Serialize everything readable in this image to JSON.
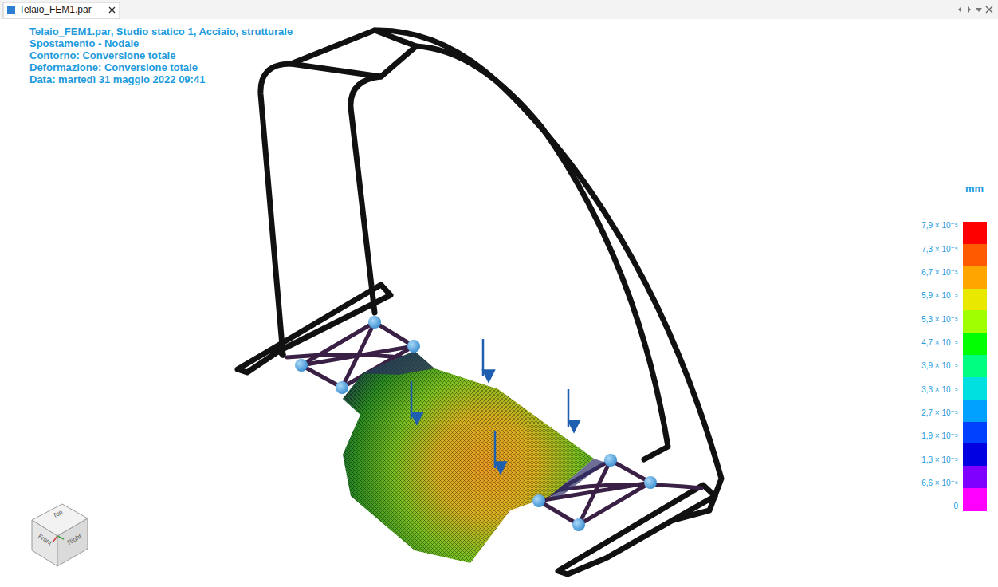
{
  "diagram": {
    "labels": [
      "Telaio_FEM1.par",
      "Telaio_FEM1.par, Studio statico 1, Acciaio, strutturale",
      "Spostamento - Nodale",
      "Contorno: Conversione totale",
      "Deformazione: Conversione totale",
      "Data: martedì 31 maggio 2022  09:41",
      "mm",
      "Top",
      "Front",
      "Right"
    ],
    "legend": [
      {
        "text": "7,9 × 10⁻⁵",
        "color": "#ff0000"
      },
      {
        "text": "7,3 × 10⁻⁵",
        "color": "#ff5a00"
      },
      {
        "text": "6,7 × 10⁻⁵",
        "color": "#ffa500"
      },
      {
        "text": "5,9 × 10⁻⁵",
        "color": "#e8e800"
      },
      {
        "text": "5,3 × 10⁻⁵",
        "color": "#a0ff00"
      },
      {
        "text": "4,7 × 10⁻⁵",
        "color": "#00ff00"
      },
      {
        "text": "3,9 × 10⁻⁵",
        "color": "#00ff80"
      },
      {
        "text": "3,3 × 10⁻⁵",
        "color": "#00e0e0"
      },
      {
        "text": "2,7 × 10⁻⁵",
        "color": "#00a0ff"
      },
      {
        "text": "1,9 × 10⁻⁵",
        "color": "#0040ff"
      },
      {
        "text": "1,3 × 10⁻⁵",
        "color": "#0000e0"
      },
      {
        "text": "6,6 × 10⁻⁶",
        "color": "#8000ff"
      },
      {
        "text": "0",
        "color": "#ff00ff"
      }
    ]
  }
}
